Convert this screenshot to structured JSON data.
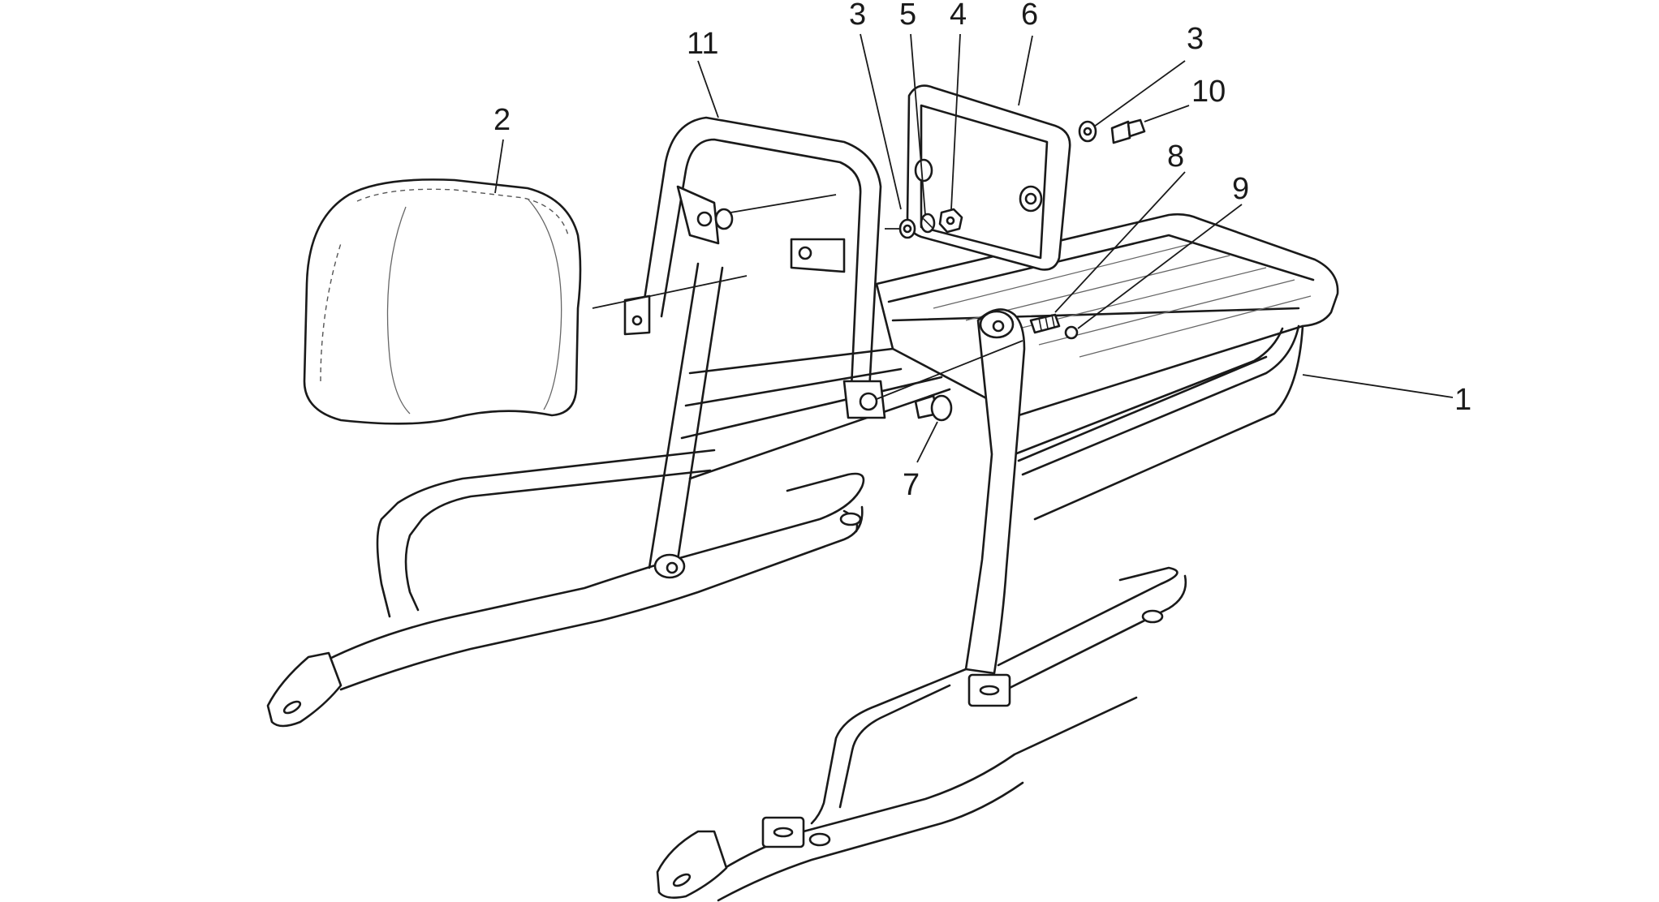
{
  "diagram": {
    "type": "exploded-parts-view",
    "callouts": [
      {
        "id": "c1",
        "label": "1"
      },
      {
        "id": "c2",
        "label": "2"
      },
      {
        "id": "c3a",
        "label": "3"
      },
      {
        "id": "c3b",
        "label": "3"
      },
      {
        "id": "c4",
        "label": "4"
      },
      {
        "id": "c5",
        "label": "5"
      },
      {
        "id": "c6",
        "label": "6"
      },
      {
        "id": "c7",
        "label": "7"
      },
      {
        "id": "c8",
        "label": "8"
      },
      {
        "id": "c9",
        "label": "9"
      },
      {
        "id": "c10",
        "label": "10"
      },
      {
        "id": "c11",
        "label": "11"
      }
    ]
  }
}
